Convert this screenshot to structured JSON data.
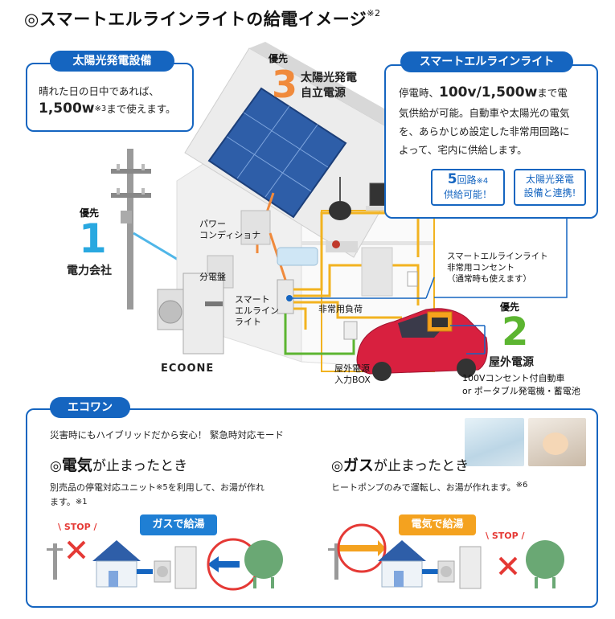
{
  "title": {
    "text": "◎スマートエルラインライトの給電イメージ",
    "note": "※2"
  },
  "solar_box": {
    "tag": "太陽光発電設備",
    "line1": "晴れた日の日中であれば、",
    "value": "1,500w",
    "note": "※3",
    "suffix": "まで使えます。"
  },
  "smart_box": {
    "tag": "スマートエルラインライト",
    "pre": "停電時、",
    "value": "100v/1,500w",
    "post1": "まで電",
    "line2": "気供給が可能。自動車や太陽光の電気",
    "line3": "を、あらかじめ設定した非常用回路に",
    "line4": "よって、宅内に供給します。",
    "badge1_num": "5",
    "badge1_a": "回路",
    "badge1_note": "※4",
    "badge1_b": "供給可能！",
    "badge2_a": "太陽光発電",
    "badge2_b": "設備と連携!"
  },
  "priority": {
    "label": "優先",
    "p1_num": "1",
    "p1_name": "電力会社",
    "p2_num": "2",
    "p2_name": "屋外電源",
    "p2_desc1": "100Vコンセント付自動車",
    "p2_desc2": "or ポータブル発電機・蓄電池",
    "p3_num": "3",
    "p3_name1": "太陽光発電",
    "p3_name2": "自立電源"
  },
  "labels": {
    "power_cond1": "パワー",
    "power_cond2": "コンディショナ",
    "breaker": "分電盤",
    "smart1": "スマート",
    "smart2": "エルライン",
    "smart3": "ライト",
    "emergency_load": "非常用負荷",
    "outlet1": "スマートエルラインライト",
    "outlet2": "非常用コンセント",
    "outlet3": "（通常時も使えます）",
    "outdoor1": "屋外電源",
    "outdoor2": "入力BOX",
    "ecoone": "ECOONE"
  },
  "ecowan": {
    "tag": "エコワン",
    "intro": "災害時にもハイブリッドだから安心！ 緊急時対応モード",
    "elec_title_mark": "◎",
    "elec_title_key": "電気",
    "elec_title_rest": "が止まったとき",
    "elec_desc1": "別売品の停電対応ユニット",
    "elec_note5": "※5",
    "elec_desc2": "を利用して、お湯が作れ",
    "elec_desc3": "ます。",
    "elec_note1": "※1",
    "elec_pill": "ガスで給湯",
    "gas_title_mark": "◎",
    "gas_title_key": "ガス",
    "gas_title_rest": "が止まったとき",
    "gas_desc": "ヒートポンプのみで運転し、お湯が作れます。",
    "gas_note6": "※6",
    "gas_pill": "電気で給湯",
    "stop": "STOP"
  },
  "colors": {
    "brand_blue": "#1565c0",
    "priority_sky": "#29a8e0",
    "priority_orange": "#f08a3c",
    "priority_green": "#5cb531",
    "pill_blue": "#1f7fd4",
    "pill_orange": "#f4a21f",
    "stop_red": "#e53935"
  }
}
